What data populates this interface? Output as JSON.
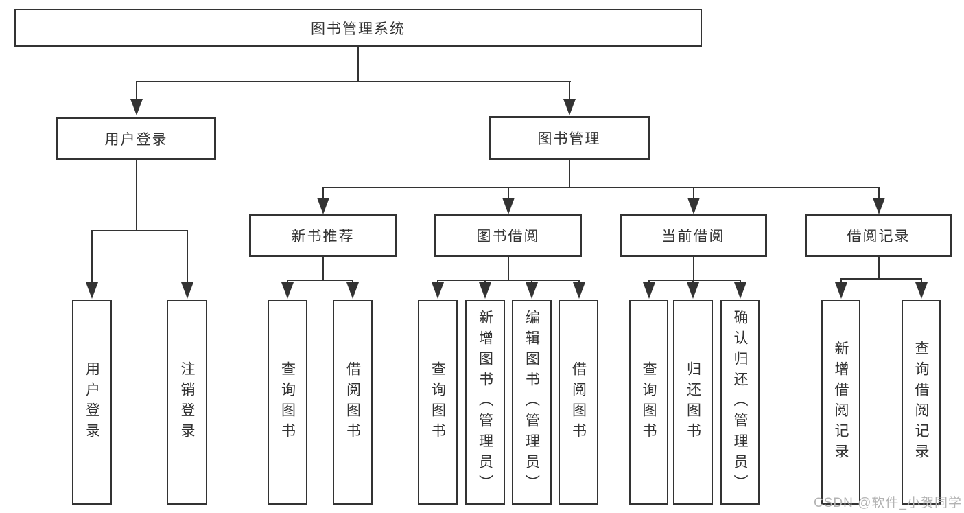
{
  "nodes": {
    "root": "图书管理系统",
    "user_login": "用户登录",
    "book_mgmt": "图书管理",
    "new_book_rec": "新书推荐",
    "book_borrow": "图书借阅",
    "current_borrow": "当前借阅",
    "borrow_records": "借阅记录",
    "leaf_user_login": "用户登录",
    "leaf_logout": "注销登录",
    "leaf_nbr_query": "查询图书",
    "leaf_nbr_borrow": "借阅图书",
    "leaf_bb_query": "查询图书",
    "leaf_bb_add": "新增图书（管理员）",
    "leaf_bb_edit": "编辑图书（管理员）",
    "leaf_bb_borrow": "借阅图书",
    "leaf_cb_query": "查询图书",
    "leaf_cb_return": "归还图书",
    "leaf_cb_confirm": "确认归还（管理员）",
    "leaf_br_add": "新增借阅记录",
    "leaf_br_query": "查询借阅记录"
  },
  "hierarchy": {
    "图书管理系统": {
      "用户登录": [
        "用户登录",
        "注销登录"
      ],
      "图书管理": {
        "新书推荐": [
          "查询图书",
          "借阅图书"
        ],
        "图书借阅": [
          "查询图书",
          "新增图书（管理员）",
          "编辑图书（管理员）",
          "借阅图书"
        ],
        "当前借阅": [
          "查询图书",
          "归还图书",
          "确认归还（管理员）"
        ],
        "借阅记录": [
          "新增借阅记录",
          "查询借阅记录"
        ]
      }
    }
  },
  "watermark": {
    "text": "CSDN @软件_小贺同学"
  },
  "colors": {
    "line": "#333333",
    "text": "#333333",
    "watermark": "#b3b3b3",
    "background": "#ffffff"
  }
}
